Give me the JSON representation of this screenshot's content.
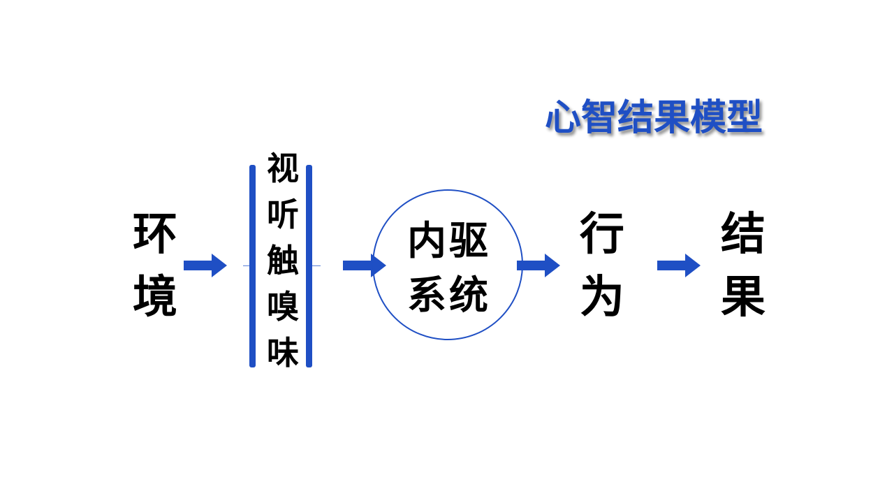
{
  "title": "心智结果模型",
  "nodes": {
    "environment": [
      "环",
      "境"
    ],
    "senses": [
      "视",
      "听",
      "触",
      "嗅",
      "味"
    ],
    "drive_system": [
      "内驱",
      "系统"
    ],
    "behavior": [
      "行",
      "为"
    ],
    "result": [
      "结",
      "果"
    ]
  },
  "colors": {
    "accent": "#1f4fc4",
    "text": "#000000",
    "background": "#ffffff"
  }
}
